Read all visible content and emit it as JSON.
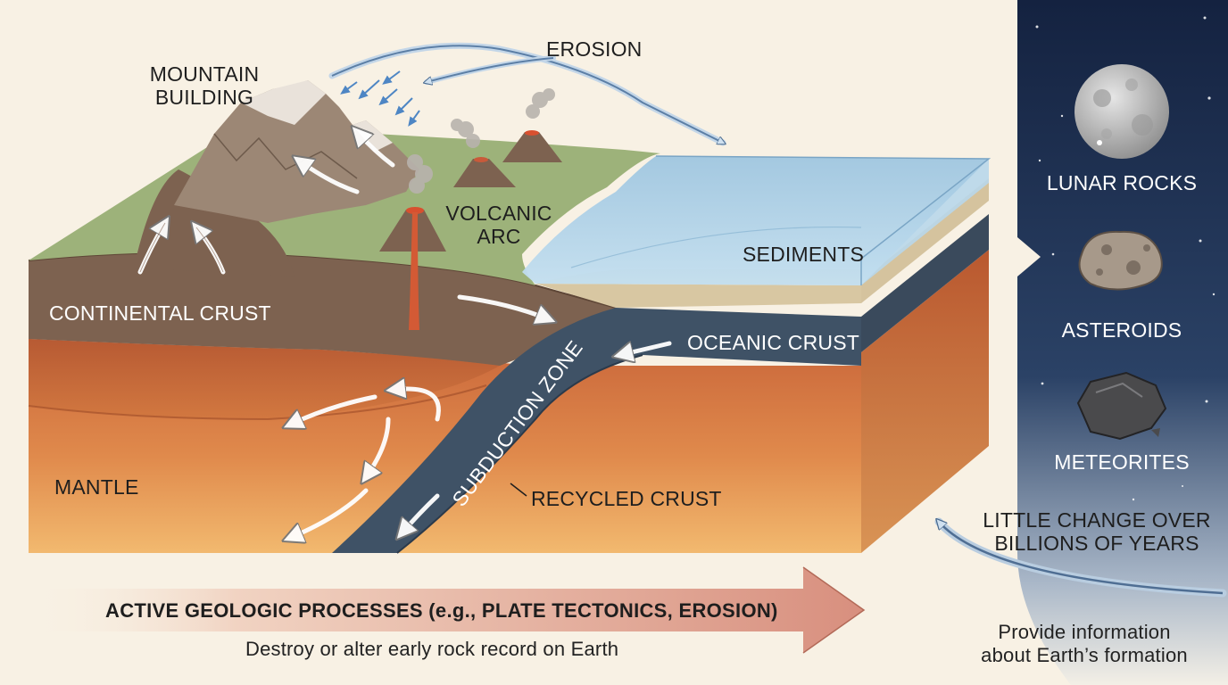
{
  "diagram": {
    "labels": {
      "mountain_building_1": "MOUNTAIN",
      "mountain_building_2": "BUILDING",
      "erosion": "EROSION",
      "volcanic_arc_1": "VOLCANIC",
      "volcanic_arc_2": "ARC",
      "continental_crust": "CONTINENTAL CRUST",
      "sediments": "SEDIMENTS",
      "oceanic_crust": "OCEANIC CRUST",
      "subduction_zone": "SUBDUCTION ZONE",
      "mantle": "MANTLE",
      "recycled_crust": "RECYCLED CRUST"
    },
    "bottom_arrow": {
      "title": "ACTIVE GEOLOGIC PROCESSES (e.g., PLATE TECTONICS, EROSION)",
      "subtitle": "Destroy or alter early rock record on Earth"
    },
    "space_panel": {
      "items": [
        "LUNAR ROCKS",
        "ASTEROIDS",
        "METEORITES"
      ],
      "change_1": "LITTLE CHANGE OVER",
      "change_2": "BILLIONS OF YEARS",
      "info_1": "Provide information",
      "info_2": "about Earth’s formation"
    }
  },
  "colors": {
    "background": "#f8f1e4",
    "mantle": "#e0874a",
    "continental_crust": "#7d6250",
    "oceanic_crust": "#3f5266",
    "ocean": "#a9cfe6",
    "land": "#9db27a",
    "space": "#1b2a47"
  }
}
